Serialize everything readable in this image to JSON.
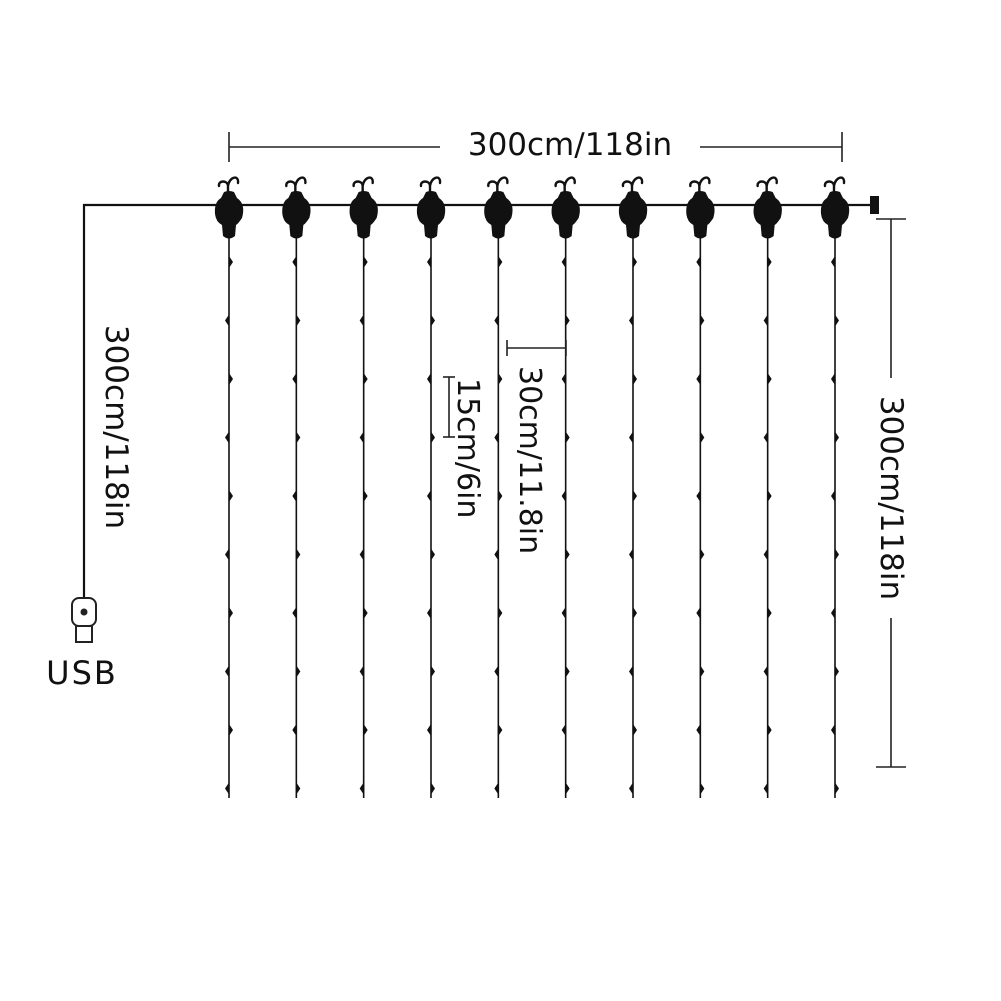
{
  "header_partial": "",
  "dimensions": {
    "width_label": "300cm/118in",
    "lead_length_label": "300cm/118in",
    "strand_length_label": "300cm/118in",
    "strand_spacing_label": "30cm/11.8in",
    "led_spacing_label": "15cm/6in"
  },
  "connector": {
    "label": "USB"
  },
  "layout_counts": {
    "strands": 10,
    "leds_per_strand": 10
  },
  "colors": {
    "ink": "#111111",
    "background": "#ffffff"
  }
}
